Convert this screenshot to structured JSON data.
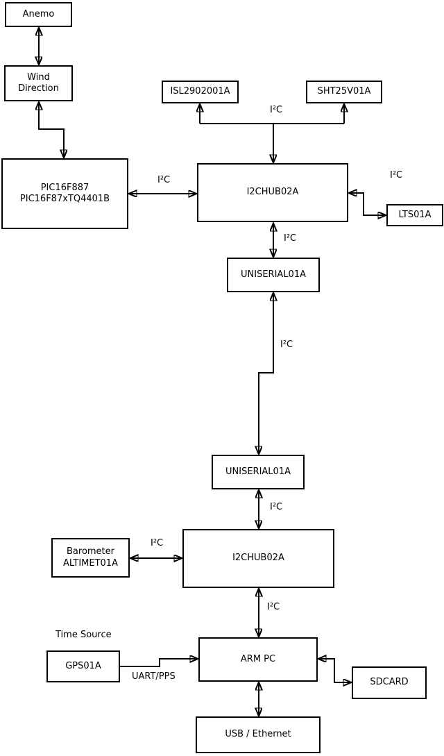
{
  "diagram": {
    "colors": {
      "background": "#ffffff",
      "line": "#000000",
      "text": "#000000"
    },
    "nodes": {
      "anemo": "Anemo",
      "wind_direction": "Wind\nDirection",
      "pic": "PIC16F887\nPIC16F87xTQ4401B",
      "isl": "ISL2902001A",
      "sht": "SHT25V01A",
      "i2c_hub_1": "I2CHUB02A",
      "lts": "LTS01A",
      "uniserial_1": "UNISERIAL01A",
      "uniserial_2": "UNISERIAL01A",
      "i2c_hub_2": "I2CHUB02A",
      "barometer": "Barometer\nALTIMET01A",
      "gps": "GPS01A",
      "arm_pc": "ARM PC",
      "sdcard": "SDCARD",
      "usb_ethernet": "USB / Ethernet"
    },
    "edge_labels": {
      "sensor_bus": "I²C",
      "pic_hub1": "I²C",
      "hub1_lts": "I²C",
      "hub1_uniserial1": "I²C",
      "uniserial_link": "I²C",
      "uniserial2_hub2": "I²C",
      "barometer_hub2": "I²C",
      "hub2_armpc": "I²C",
      "time_source": "Time Source",
      "gps_armpc": "UART/PPS"
    }
  }
}
